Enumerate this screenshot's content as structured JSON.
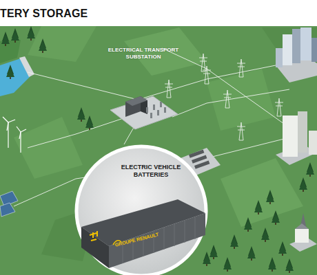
{
  "diagram": {
    "title": "TERY STORAGE",
    "nodes": [
      {
        "text": [
          "ELECTRICAL TRANSPORT SUBSTATION"
        ]
      },
      {
        "text": [
          "ELECTRIC VEHICLE BATTERIES"
        ]
      }
    ],
    "labels": [
      "GROUPE RENAULT"
    ]
  }
}
